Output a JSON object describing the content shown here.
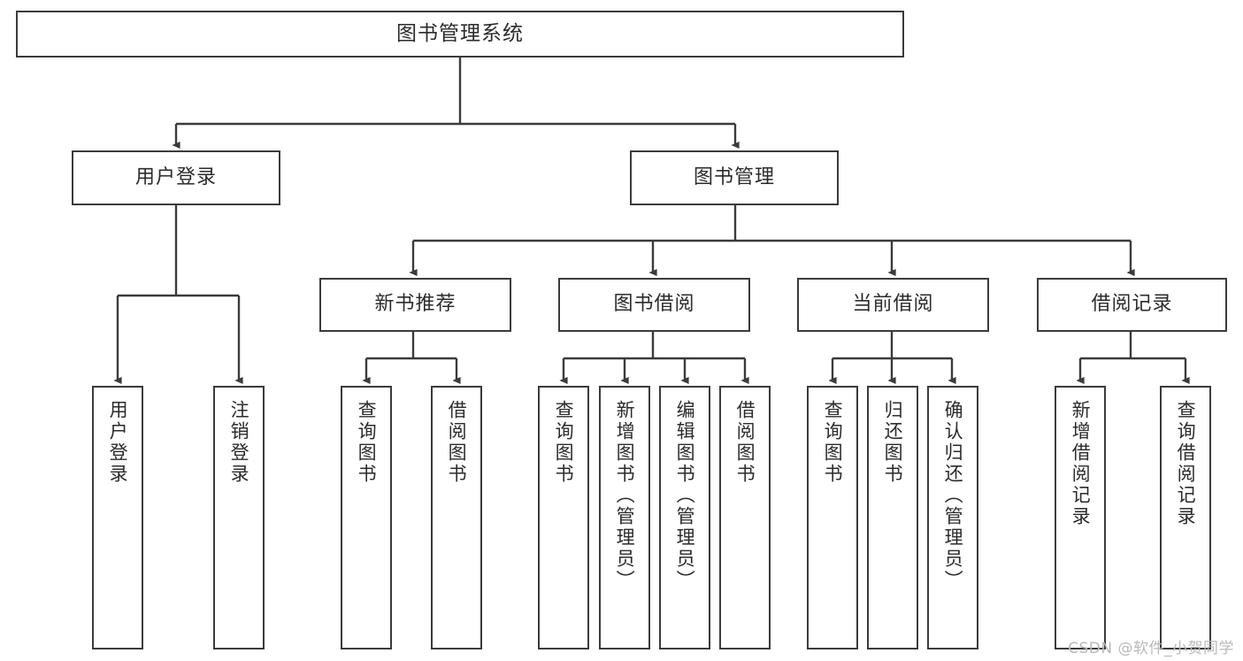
{
  "diagram": {
    "title": "图书管理系统",
    "watermark": "CSDN @软件_小贺同学",
    "colors": {
      "box_border": "#3b3b3b",
      "edge": "#3b3b3b",
      "text": "#2b2b2b",
      "background": "#ffffff",
      "watermark": "#b9b9b9"
    },
    "root": {
      "label": "图书管理系统"
    },
    "level2": [
      {
        "label": "用户登录"
      },
      {
        "label": "图书管理"
      }
    ],
    "level3": [
      {
        "label": "新书推荐"
      },
      {
        "label": "图书借阅"
      },
      {
        "label": "当前借阅"
      },
      {
        "label": "借阅记录"
      }
    ],
    "leaves": {
      "user_login": [
        {
          "label": "用户登录"
        },
        {
          "label": "注销登录"
        }
      ],
      "new_book": [
        {
          "label": "查询图书"
        },
        {
          "label": "借阅图书"
        }
      ],
      "book_borrow": [
        {
          "label": "查询图书"
        },
        {
          "label": "新增图书（管理员）"
        },
        {
          "label": "编辑图书（管理员）"
        },
        {
          "label": "借阅图书"
        }
      ],
      "current_borrow": [
        {
          "label": "查询图书"
        },
        {
          "label": "归还图书"
        },
        {
          "label": "确认归还（管理员）"
        }
      ],
      "borrow_record": [
        {
          "label": "新增借阅记录"
        },
        {
          "label": "查询借阅记录"
        }
      ]
    }
  }
}
